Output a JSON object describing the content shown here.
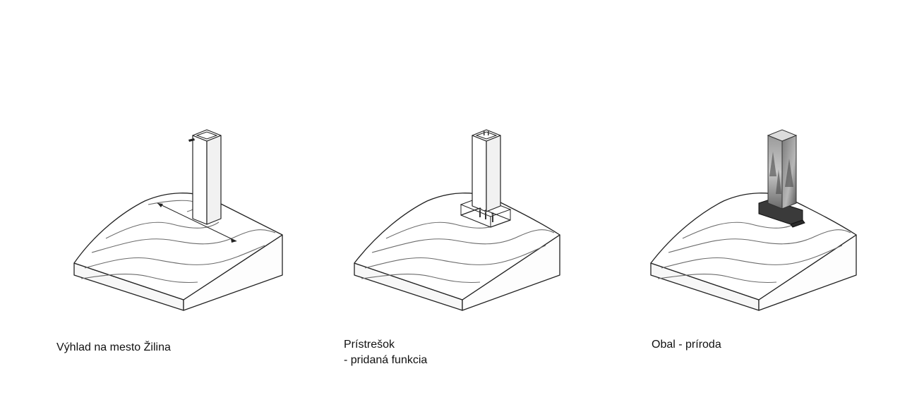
{
  "panels": [
    {
      "id": "view",
      "caption": "Výhlad na mesto Žilina"
    },
    {
      "id": "shelter",
      "caption": "Prístrešok\n- pridaná funkcia"
    },
    {
      "id": "envelope",
      "caption": "Obal - príroda"
    }
  ],
  "colors": {
    "background": "#ffffff",
    "line": "#222222",
    "contour": "#6b6b6b",
    "envelope_dark": "#3a3a3a"
  }
}
